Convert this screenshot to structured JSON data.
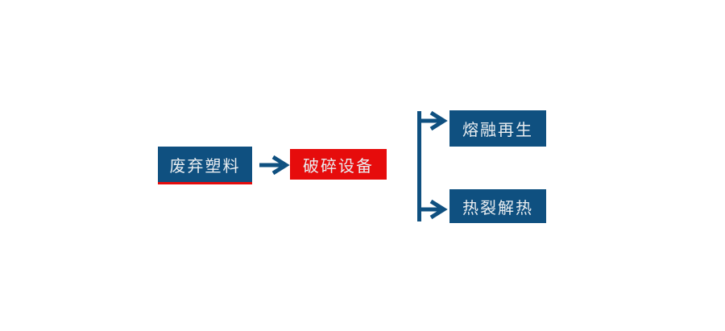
{
  "page": {
    "background": "#ffffff"
  },
  "colors": {
    "node_blue": "#0f5080",
    "accent_red": "#e60c0c",
    "connector": "#0f5080",
    "label_text": "#e9edf0"
  },
  "flowchart": {
    "nodes": {
      "source": {
        "label": "废弃塑料"
      },
      "process": {
        "label": "破碎设备"
      },
      "branch_top": {
        "label": "熔融再生"
      },
      "branch_bottom": {
        "label": "热裂解热"
      }
    }
  }
}
